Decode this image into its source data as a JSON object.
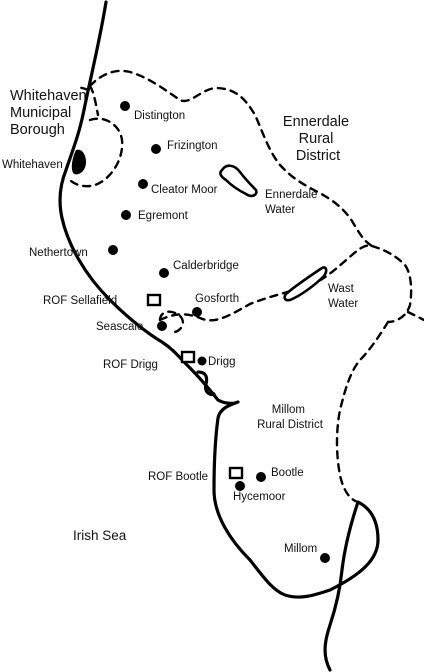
{
  "map": {
    "regions": {
      "whitehaven_borough": [
        "Whitehaven",
        "Municipal",
        "Borough"
      ],
      "ennerdale_rd": [
        "Ennerdale",
        "Rural",
        "District"
      ],
      "millom_rd": [
        "Millom",
        "Rural District"
      ]
    },
    "water": {
      "sea": "Irish Sea",
      "ennerdale_water": [
        "Ennerdale",
        "Water"
      ],
      "wast_water": [
        "Wast",
        "Water"
      ]
    },
    "towns": {
      "whitehaven": "Whitehaven",
      "distington": "Distington",
      "frizington": "Frizington",
      "cleator_moor": "Cleator Moor",
      "egremont": "Egremont",
      "nethertown": "Nethertown",
      "calderbridge": "Calderbridge",
      "gosforth": "Gosforth",
      "seascale": "Seascale",
      "drigg": "Drigg",
      "bootle": "Bootle",
      "hycemoor": "Hycemoor",
      "millom": "Millom"
    },
    "factories": {
      "sellafield": "ROF Sellafield",
      "drigg": "ROF Drigg",
      "bootle": "ROF Bootle"
    }
  }
}
